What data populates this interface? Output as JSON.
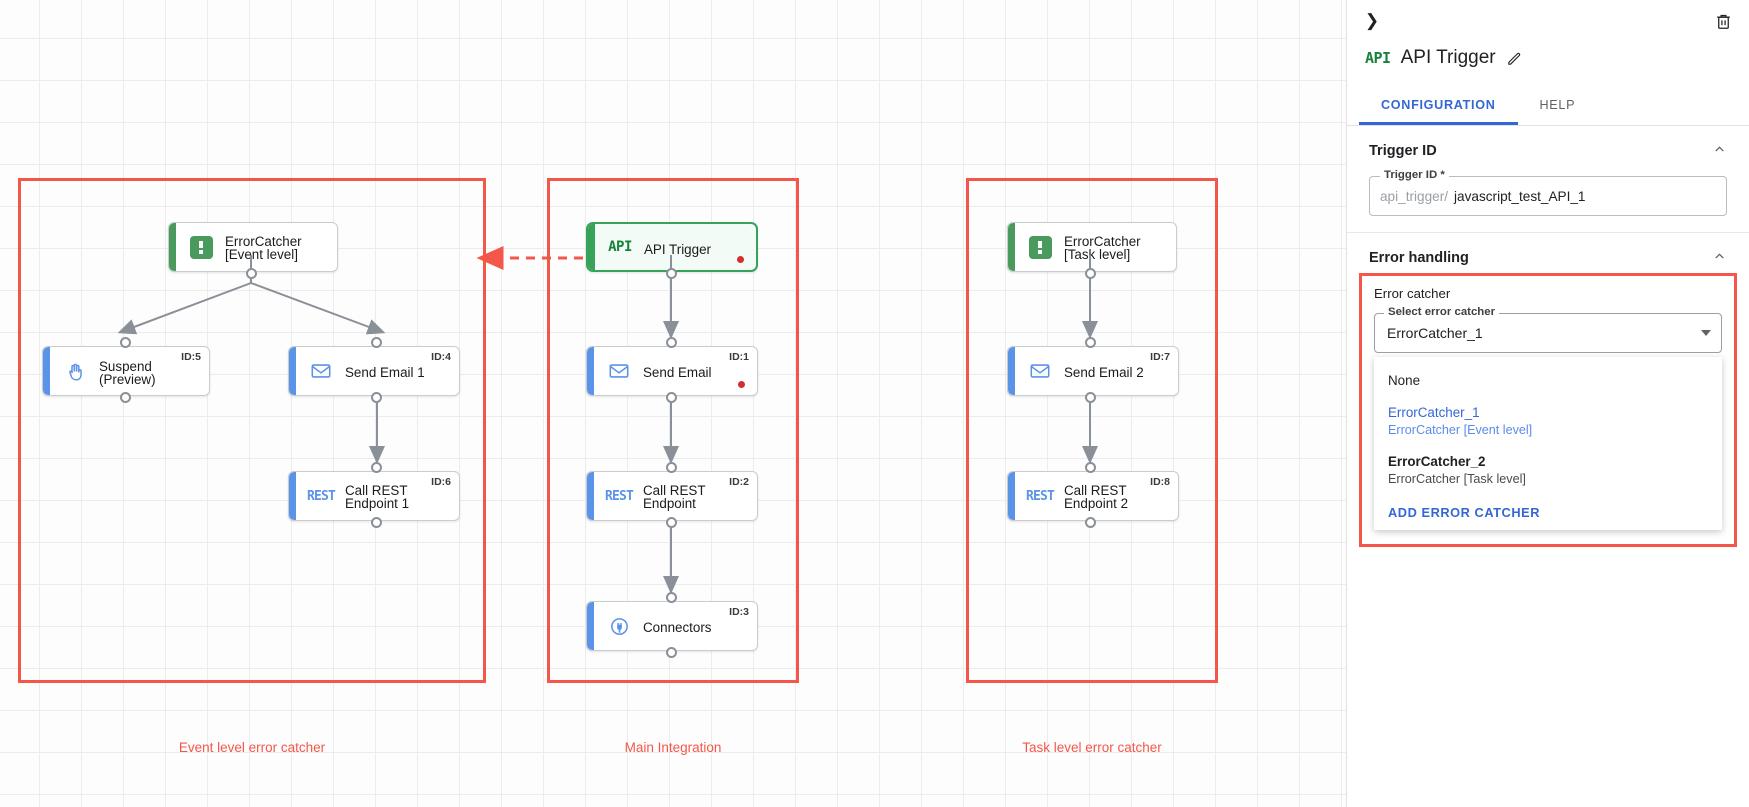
{
  "canvas": {
    "groups": [
      {
        "label": "Event level error catcher"
      },
      {
        "label": "Main Integration"
      },
      {
        "label": "Task level error catcher"
      }
    ],
    "nodes": {
      "errorcatcher_event": {
        "title": "ErrorCatcher\n[Event level]",
        "icon": "error-catcher-icon",
        "id_tag": ""
      },
      "suspend": {
        "title": "Suspend\n(Preview)",
        "icon": "hand-icon",
        "id_tag": "ID:5"
      },
      "send_email_1": {
        "title": "Send Email 1",
        "icon": "envelope-icon",
        "id_tag": "ID:4"
      },
      "call_rest_1": {
        "title": "Call REST\nEndpoint 1",
        "icon": "rest-icon",
        "id_tag": "ID:6"
      },
      "api_trigger": {
        "title": "API Trigger",
        "icon": "api-icon",
        "id_tag": ""
      },
      "send_email": {
        "title": "Send Email",
        "icon": "envelope-icon",
        "id_tag": "ID:1"
      },
      "call_rest": {
        "title": "Call REST\nEndpoint",
        "icon": "rest-icon",
        "id_tag": "ID:2"
      },
      "connectors": {
        "title": "Connectors",
        "icon": "connectors-icon",
        "id_tag": "ID:3"
      },
      "errorcatcher_task": {
        "title": "ErrorCatcher\n[Task level]",
        "icon": "error-catcher-icon",
        "id_tag": ""
      },
      "send_email_2": {
        "title": "Send Email 2",
        "icon": "envelope-icon",
        "id_tag": "ID:7"
      },
      "call_rest_2": {
        "title": "Call REST\nEndpoint 2",
        "icon": "rest-icon",
        "id_tag": "ID:8"
      }
    }
  },
  "panel": {
    "icon": "api-icon",
    "icon_text": "API",
    "title": "API Trigger",
    "tabs": [
      {
        "label": "CONFIGURATION",
        "active": true
      },
      {
        "label": "HELP",
        "active": false
      }
    ],
    "trigger_id_section": {
      "heading": "Trigger ID",
      "field_legend": "Trigger ID *",
      "prefix": "api_trigger/",
      "value": "javascript_test_API_1"
    },
    "error_handling_section": {
      "heading": "Error handling",
      "error_catcher_label": "Error catcher",
      "select_legend": "Select error catcher",
      "selected_value": "ErrorCatcher_1",
      "options": [
        {
          "line1": "None",
          "line2": ""
        },
        {
          "line1": "ErrorCatcher_1",
          "line2": "ErrorCatcher [Event level]"
        },
        {
          "line1": "ErrorCatcher_2",
          "line2": "ErrorCatcher [Task level]"
        }
      ],
      "add_action": "ADD ERROR CATCHER"
    }
  },
  "colors": {
    "accent_blue": "#3367d6",
    "highlight_red": "#f4574a",
    "trigger_green": "#37a35a",
    "node_blue": "#5b93e8",
    "error_dot": "#d32f2f"
  }
}
